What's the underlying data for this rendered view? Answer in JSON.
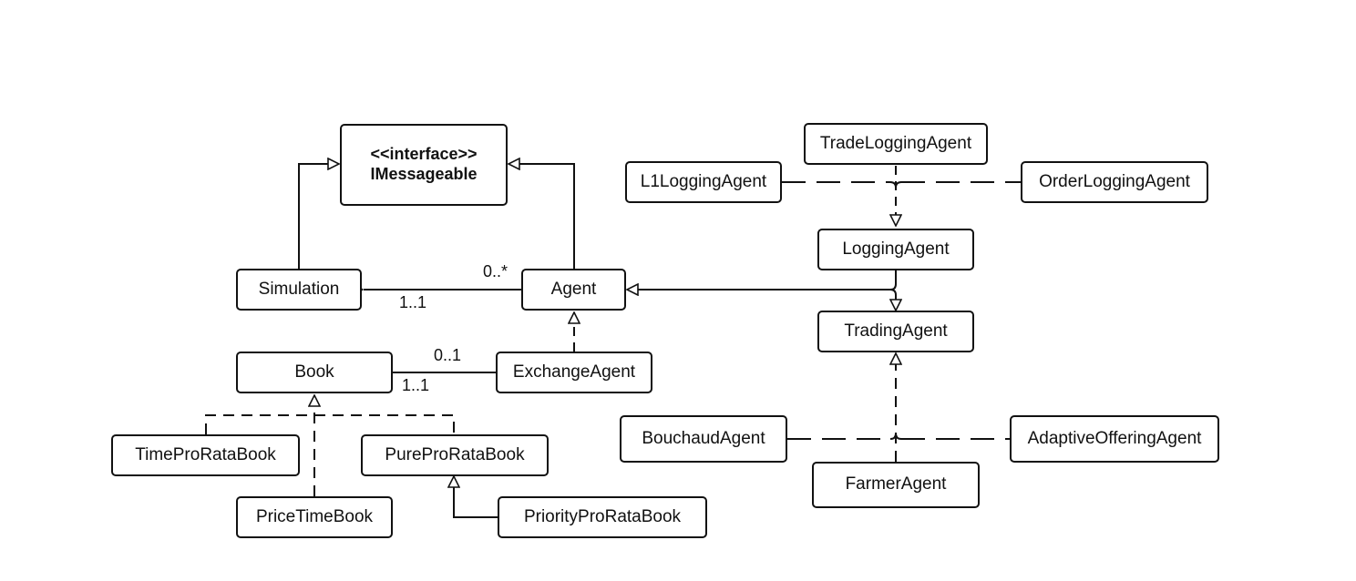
{
  "classes": {
    "imessageable": {
      "stereotype": "<<interface>>",
      "name": "IMessageable"
    },
    "simulation": "Simulation",
    "agent": "Agent",
    "book": "Book",
    "exchange_agent": "ExchangeAgent",
    "time_pro_rata_book": "TimeProRataBook",
    "pure_pro_rata_book": "PureProRataBook",
    "price_time_book": "PriceTimeBook",
    "priority_pro_rata_book": "PriorityProRataBook",
    "trade_logging_agent": "TradeLoggingAgent",
    "l1_logging_agent": "L1LoggingAgent",
    "order_logging_agent": "OrderLoggingAgent",
    "logging_agent": "LoggingAgent",
    "trading_agent": "TradingAgent",
    "bouchaud_agent": "BouchaudAgent",
    "adaptive_offering_agent": "AdaptiveOfferingAgent",
    "farmer_agent": "FarmerAgent"
  },
  "multiplicities": {
    "simulation_agent_agent_end": "0..*",
    "simulation_agent_simulation_end": "1..1",
    "exchange_book_exchange_end": "0..1",
    "exchange_book_book_end": "1..1"
  },
  "colors": {
    "line": "#111111",
    "background": "#ffffff"
  }
}
